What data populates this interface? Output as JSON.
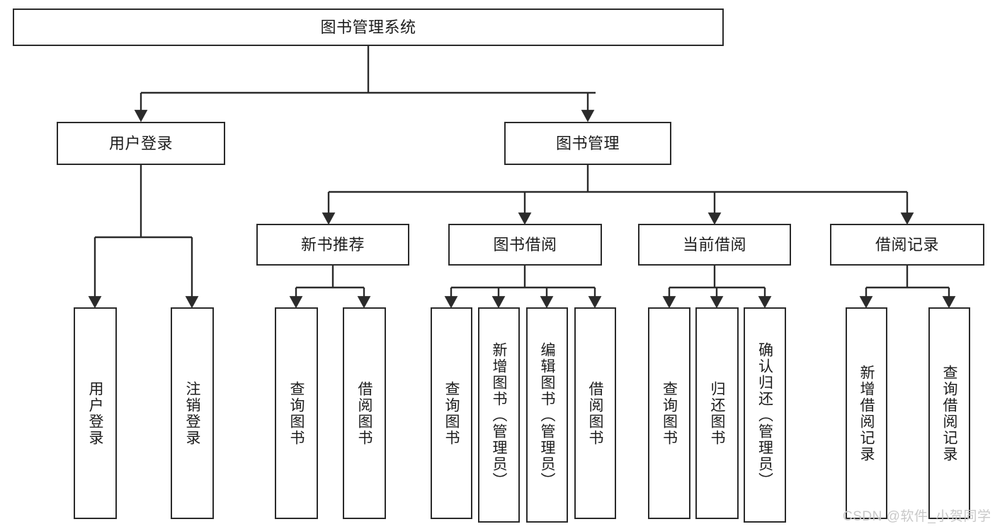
{
  "diagram": {
    "title": "图书管理系统",
    "type": "tree-hierarchy",
    "watermark": "CSDN @软件_小贺同学",
    "colors": {
      "stroke": "#2b2b2b",
      "fill": "#ffffff",
      "text": "#1c1c1c",
      "watermark": "#c8c8c8"
    },
    "nodes": {
      "root": "图书管理系统",
      "level2": {
        "user_login": "用户登录",
        "book_manage": "图书管理"
      },
      "level3": {
        "new_book_recommend": "新书推荐",
        "book_borrow": "图书借阅",
        "current_borrow": "当前借阅",
        "borrow_record": "借阅记录"
      },
      "leaves": {
        "user_login_children": [
          "用户登录",
          "注销登录"
        ],
        "new_book_recommend_children": [
          "查询图书",
          "借阅图书"
        ],
        "book_borrow_children": [
          "查询图书",
          "新增图书（管理员）",
          "编辑图书（管理员）",
          "借阅图书"
        ],
        "current_borrow_children": [
          "查询图书",
          "归还图书",
          "确认归还（管理员）"
        ],
        "borrow_record_children": [
          "新增借阅记录",
          "查询借阅记录"
        ]
      }
    }
  }
}
